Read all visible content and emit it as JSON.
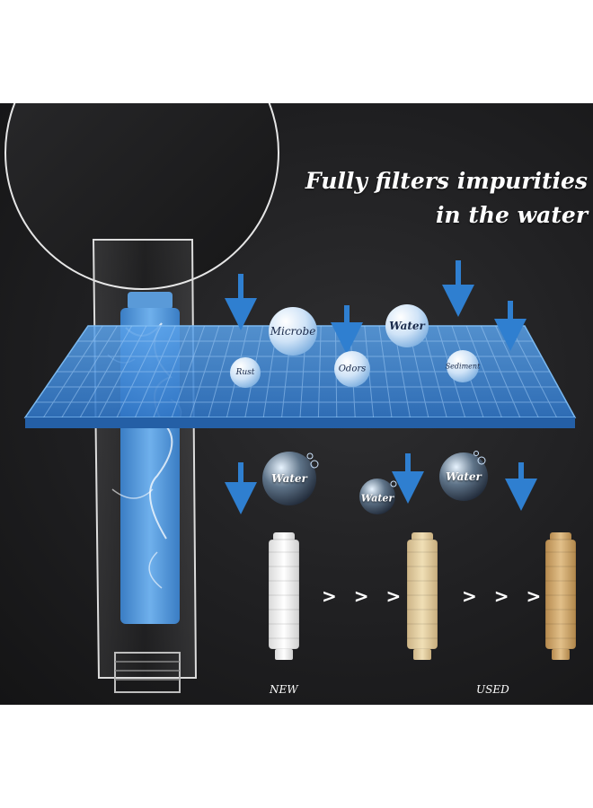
{
  "headline": {
    "line1": "Fully filters impurities",
    "line2": "in the water"
  },
  "impurity_bubbles": [
    {
      "id": "microbe",
      "label": "Microbe"
    },
    {
      "id": "water",
      "label": "Water"
    },
    {
      "id": "rust",
      "label": "Rust"
    },
    {
      "id": "odors",
      "label": "Odors"
    },
    {
      "id": "sediment",
      "label": "Sediment"
    }
  ],
  "filtered_drops": [
    {
      "id": "drop-1",
      "label": "Water"
    },
    {
      "id": "drop-2",
      "label": "Water"
    },
    {
      "id": "drop-3",
      "label": "Water"
    }
  ],
  "progression": {
    "arrow_1": "> > >",
    "arrow_2": "> > >",
    "new_label": "NEW",
    "used_label": "USED"
  },
  "colors": {
    "background": "#1f1f21",
    "filter_sheet": "#3f88d6",
    "filter_core": "#4f93d6",
    "arrow": "#2f7fd0",
    "cartridge_new": "#f1f1f1",
    "cartridge_mid": "#e7d2a2",
    "cartridge_used": "#d2aa6a"
  }
}
